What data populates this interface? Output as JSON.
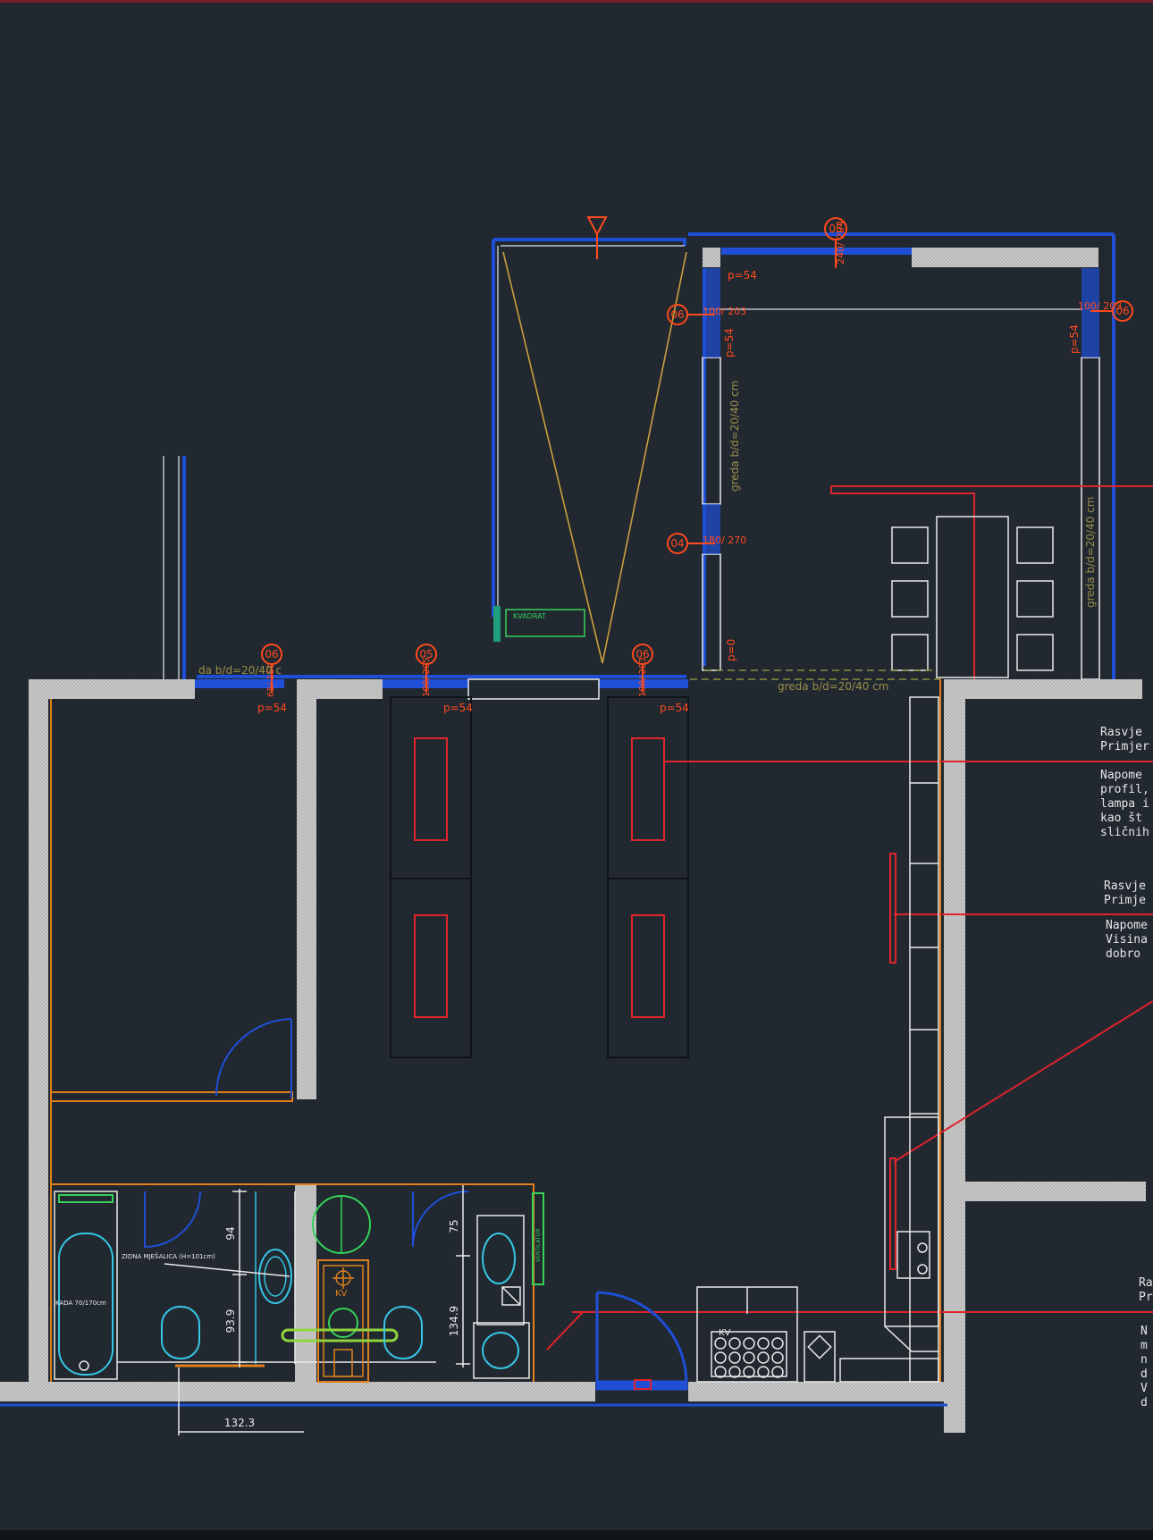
{
  "colors": {
    "background": "#212830",
    "wall_fill": "#cfcfcf",
    "wall_blue": "#1f4fd6",
    "red": "#e0242c",
    "orange_label": "#ff4a1c",
    "beam_text": "#9a8f4a",
    "cyan": "#36c6e6",
    "green": "#35d25a",
    "white": "#e9e9e9",
    "yellow": "#c9a03c"
  },
  "window_tags": {
    "top_center": "05",
    "top_left": "06",
    "top_right": "06",
    "mid_left": "04",
    "bottom_1": "06",
    "bottom_2": "05",
    "bottom_3": "06"
  },
  "window_dims": {
    "top_center": "240/ 204",
    "left_06": "100/ 203",
    "right_06": "100/ 203",
    "mid_04": "180/ 270",
    "bottom_1": "65/ 150",
    "bottom_2": "100/ 205",
    "bottom_3": "100/ 203"
  },
  "sill_labels": {
    "top": "p=54",
    "left_vertical": "p=54",
    "right_vertical": "p=54",
    "bottom_1": "p=54",
    "bottom_2": "p=54",
    "bottom_3": "p=54",
    "door_p0": "p=0"
  },
  "beams": {
    "vertical_left": "greda b/d=20/40 cm",
    "vertical_right": "greda b/d=20/40 cm",
    "horizontal_bottom": "greda b/d=20/40 cm",
    "horizontal_left": "da b/d=20/40 c"
  },
  "fixtures": {
    "wall_mixer": "ZIDNA MJEŠALICA (H=101cm)",
    "bathtub": "KADA 70/170cm",
    "kv_1": "KV",
    "kv_2": "KV",
    "radiator": "VENTILATOR",
    "towel": "KVADRAT"
  },
  "dimensions": {
    "d94": "94",
    "d939": "93.9",
    "d75": "75",
    "d1349": "134.9",
    "d1323": "132.3"
  },
  "notes": {
    "n1": [
      "Rasvje",
      "Primjer"
    ],
    "n2": [
      "Napome",
      "profil,",
      "lampa i",
      "kao št",
      "sličnih"
    ],
    "n3": [
      "Rasvje",
      "Primje"
    ],
    "n4": [
      "Napome",
      "Visina",
      "dobro"
    ],
    "n5": [
      "Ra",
      "Pr"
    ],
    "n6": [
      "N",
      "m",
      "n",
      "d",
      "V",
      "d"
    ]
  }
}
